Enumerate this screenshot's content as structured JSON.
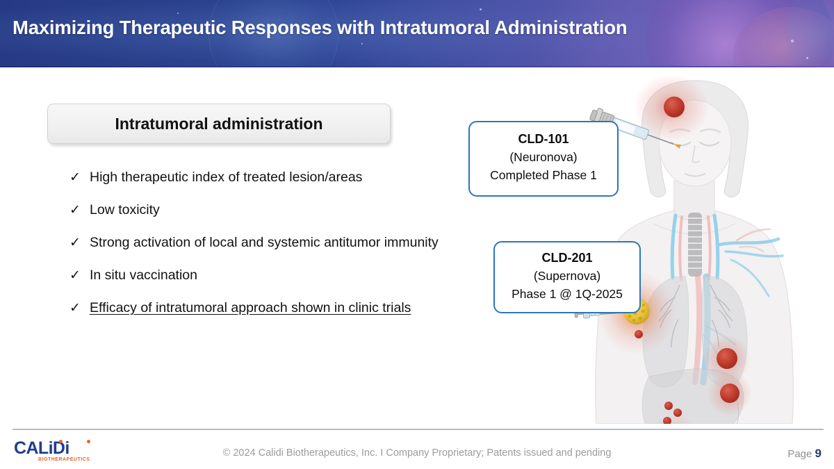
{
  "slide": {
    "title": "Maximizing Therapeutic Responses with Intratumoral Administration",
    "section_heading": "Intratumoral administration"
  },
  "bullets": [
    {
      "check": "✓",
      "text": "High therapeutic index of treated lesion/areas",
      "underline": false
    },
    {
      "check": "✓",
      "text": "Low toxicity",
      "underline": false
    },
    {
      "check": "✓",
      "text": "Strong activation of local and systemic antitumor immunity",
      "underline": false
    },
    {
      "check": "✓",
      "text": "In situ vaccination",
      "underline": false
    },
    {
      "check": "✓",
      "text": "Efficacy of intratumoral approach shown in clinic trials",
      "underline": true
    }
  ],
  "callouts": [
    {
      "id": "cld-101",
      "title": "CLD-101",
      "subtitle": "(Neuronova)",
      "status": "Completed Phase 1"
    },
    {
      "id": "cld-201",
      "title": "CLD-201",
      "subtitle": "(Supernova)",
      "status": "Phase 1 @ 1Q-2025"
    }
  ],
  "illustration": {
    "name": "female-torso-tumor-injection-diagram",
    "elements": [
      "head-tumor-red",
      "syringe-head-injection",
      "syringe-chest-injection-green",
      "breast-tumor-yellow",
      "lung-tumors-red",
      "liver-tumor-red",
      "lymph-node-tumors",
      "trachea",
      "arteries-pink",
      "veins-blue"
    ]
  },
  "logo": {
    "wordmark": "CALiDi",
    "tagline": "BIOTHERAPEUTICS",
    "color_primary": "#1f3e91",
    "color_accent": "#e8632a"
  },
  "footer": {
    "copyright": "© 2024 Calidi Biotherapeutics, Inc. I  Company Proprietary; Patents issued and pending",
    "page_label": "Page",
    "page_value": "9"
  },
  "colors": {
    "banner_start": "#263a84",
    "banner_end": "#6d56a8",
    "callout_border": "#2e75b6",
    "footer_rule": "#b6bcc8",
    "tumor_red": "#c0392b",
    "tumor_yellow": "#e8c33a"
  }
}
